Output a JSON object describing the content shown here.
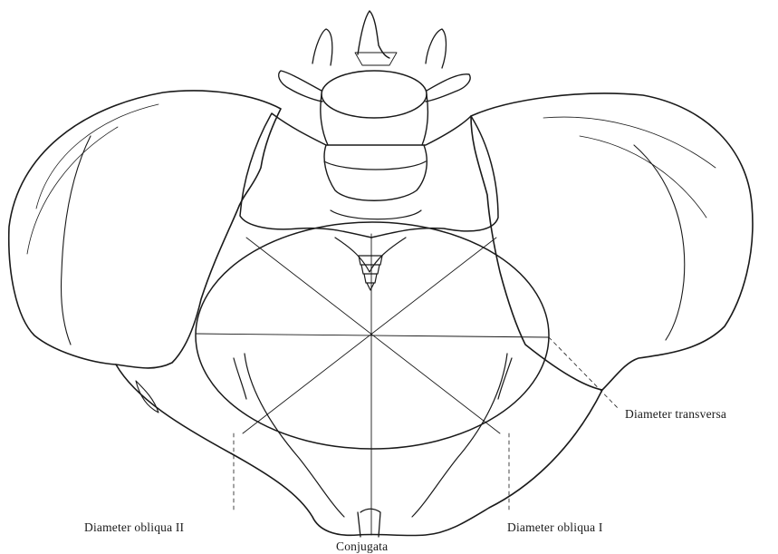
{
  "figure": {
    "labels": {
      "diameter_transversa": "Diameter transversa",
      "diameter_obliqua_2": "Diameter obliqua II",
      "diameter_obliqua_1": "Diameter obliqua I",
      "conjugata": "Conjugata"
    },
    "ink_color": "#1a1a1a"
  }
}
